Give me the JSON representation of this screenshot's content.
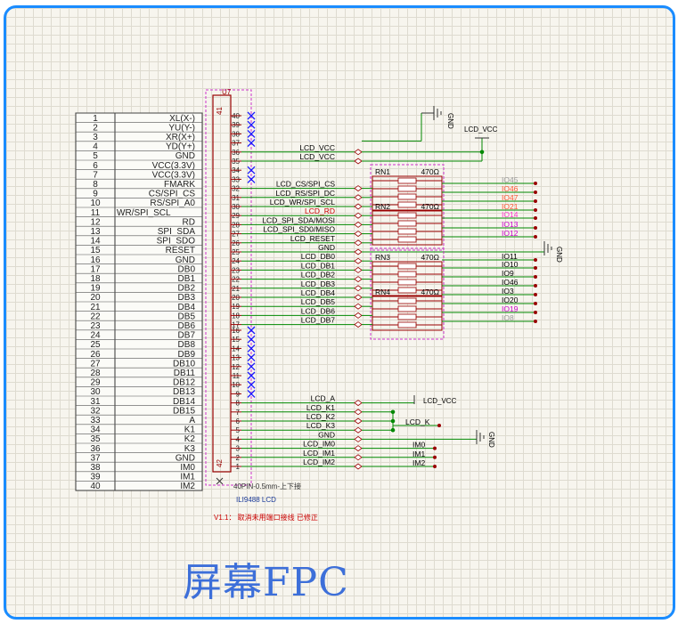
{
  "pin_table": [
    [
      "1",
      "XL(X-)"
    ],
    [
      "2",
      "YU(Y-)"
    ],
    [
      "3",
      "XR(X+)"
    ],
    [
      "4",
      "YD(Y+)"
    ],
    [
      "5",
      "GND"
    ],
    [
      "6",
      "VCC(3.3V)"
    ],
    [
      "7",
      "VCC(3.3V)"
    ],
    [
      "8",
      "FMARK"
    ],
    [
      "9",
      "CS/SPI_CS"
    ],
    [
      "10",
      "RS/SPI_A0"
    ],
    [
      "11",
      "WR/SPI_SCL"
    ],
    [
      "12",
      "RD"
    ],
    [
      "13",
      "SPI_SDA"
    ],
    [
      "14",
      "SPI_SDO"
    ],
    [
      "15",
      "RESET"
    ],
    [
      "16",
      "GND"
    ],
    [
      "17",
      "DB0"
    ],
    [
      "18",
      "DB1"
    ],
    [
      "19",
      "DB2"
    ],
    [
      "20",
      "DB3"
    ],
    [
      "21",
      "DB4"
    ],
    [
      "22",
      "DB5"
    ],
    [
      "23",
      "DB6"
    ],
    [
      "24",
      "DB7"
    ],
    [
      "25",
      "DB8"
    ],
    [
      "26",
      "DB9"
    ],
    [
      "27",
      "DB10"
    ],
    [
      "28",
      "DB11"
    ],
    [
      "29",
      "DB12"
    ],
    [
      "30",
      "DB13"
    ],
    [
      "31",
      "DB14"
    ],
    [
      "32",
      "DB15"
    ],
    [
      "33",
      "A"
    ],
    [
      "34",
      "K1"
    ],
    [
      "35",
      "K2"
    ],
    [
      "36",
      "K3"
    ],
    [
      "37",
      "GND"
    ],
    [
      "38",
      "IM0"
    ],
    [
      "39",
      "IM1"
    ],
    [
      "40",
      "IM2"
    ]
  ],
  "connector": {
    "designator": "U7",
    "top_pin_a": "41",
    "bottom_pin": "42",
    "footprint_note": "40PIN-0.5mm-上下接",
    "part_name": "ILI9488 LCD"
  },
  "nets": [
    {
      "pin": "36",
      "net": "LCD_VCC",
      "color": "#000000"
    },
    {
      "pin": "35",
      "net": "LCD_VCC",
      "color": "#000000"
    },
    {
      "pin": "32",
      "net": "LCD_CS/SPI_CS",
      "color": "#000000"
    },
    {
      "pin": "31",
      "net": "LCD_RS/SPI_DC",
      "color": "#000000"
    },
    {
      "pin": "30",
      "net": "LCD_WR/SPI_SCL",
      "color": "#000000"
    },
    {
      "pin": "29",
      "net": "LCD_RD",
      "color": "#cc0000"
    },
    {
      "pin": "28",
      "net": "LCD_SPI_SDA/MOSI",
      "color": "#000000"
    },
    {
      "pin": "27",
      "net": "LCD_SPI_SD0/MISO",
      "color": "#000000"
    },
    {
      "pin": "26",
      "net": "LCD_RESET",
      "color": "#000000"
    },
    {
      "pin": "25",
      "net": "GND",
      "color": "#000000"
    },
    {
      "pin": "24",
      "net": "LCD_DB0",
      "color": "#000000"
    },
    {
      "pin": "23",
      "net": "LCD_DB1",
      "color": "#000000"
    },
    {
      "pin": "22",
      "net": "LCD_DB2",
      "color": "#000000"
    },
    {
      "pin": "21",
      "net": "LCD_DB3",
      "color": "#000000"
    },
    {
      "pin": "20",
      "net": "LCD_DB4",
      "color": "#000000"
    },
    {
      "pin": "19",
      "net": "LCD_DB5",
      "color": "#000000"
    },
    {
      "pin": "18",
      "net": "LCD_DB6",
      "color": "#000000"
    },
    {
      "pin": "17",
      "net": "LCD_DB7",
      "color": "#000000"
    },
    {
      "pin": "8",
      "net": "LCD_A",
      "color": "#000000"
    },
    {
      "pin": "7",
      "net": "LCD_K1",
      "color": "#000000"
    },
    {
      "pin": "6",
      "net": "LCD_K2",
      "color": "#000000"
    },
    {
      "pin": "5",
      "net": "LCD_K3",
      "color": "#000000"
    },
    {
      "pin": "4",
      "net": "GND",
      "color": "#000000"
    },
    {
      "pin": "3",
      "net": "LCD_IM0",
      "color": "#000000"
    },
    {
      "pin": "2",
      "net": "LCD_IM1",
      "color": "#000000"
    },
    {
      "pin": "1",
      "net": "LCD_IM2",
      "color": "#000000"
    }
  ],
  "nc_pins_top": [
    "40",
    "39",
    "38",
    "37",
    "34",
    "33"
  ],
  "nc_pins_bottom": [
    "16",
    "15",
    "14",
    "13",
    "12",
    "11",
    "10",
    "9"
  ],
  "resistor_networks": [
    {
      "name": "RN1",
      "value": "470Ω"
    },
    {
      "name": "RN2",
      "value": "470Ω"
    },
    {
      "name": "RN3",
      "value": "470Ω"
    },
    {
      "name": "RN4",
      "value": "470Ω"
    }
  ],
  "io_labels": [
    {
      "text": "IO45",
      "color": "#999999"
    },
    {
      "text": "IO46",
      "color": "#ff5533"
    },
    {
      "text": "IO47",
      "color": "#ff5533"
    },
    {
      "text": "IO21",
      "color": "#ff5533"
    },
    {
      "text": "IO14",
      "color": "#ff33cc"
    },
    {
      "text": "IO13",
      "color": "#cc00cc"
    },
    {
      "text": "IO12",
      "color": "#cc00cc"
    },
    {
      "text": "IO11",
      "color": "#000000"
    },
    {
      "text": "IO10",
      "color": "#000000"
    },
    {
      "text": "IO9",
      "color": "#000000"
    },
    {
      "text": "IO46",
      "color": "#000000"
    },
    {
      "text": "IO3",
      "color": "#000000"
    },
    {
      "text": "IO20",
      "color": "#000000"
    },
    {
      "text": "IO19",
      "color": "#cc00cc"
    },
    {
      "text": "IO8",
      "color": "#999999"
    }
  ],
  "power": {
    "gnd_label": "GND",
    "vcc_label": "LCD_VCC",
    "k_label": "LCD_K",
    "im_labels": [
      "IM0",
      "IM1",
      "IM2"
    ]
  },
  "revision_note": "V1.1： 取消未用端口接线 已修正",
  "title": "屏幕FPC",
  "colors": {
    "frame": "#1a8cff",
    "net_wire": "#008800",
    "component": "#990000",
    "rn_box": "#cc33cc",
    "title": "#3d6fd9"
  }
}
